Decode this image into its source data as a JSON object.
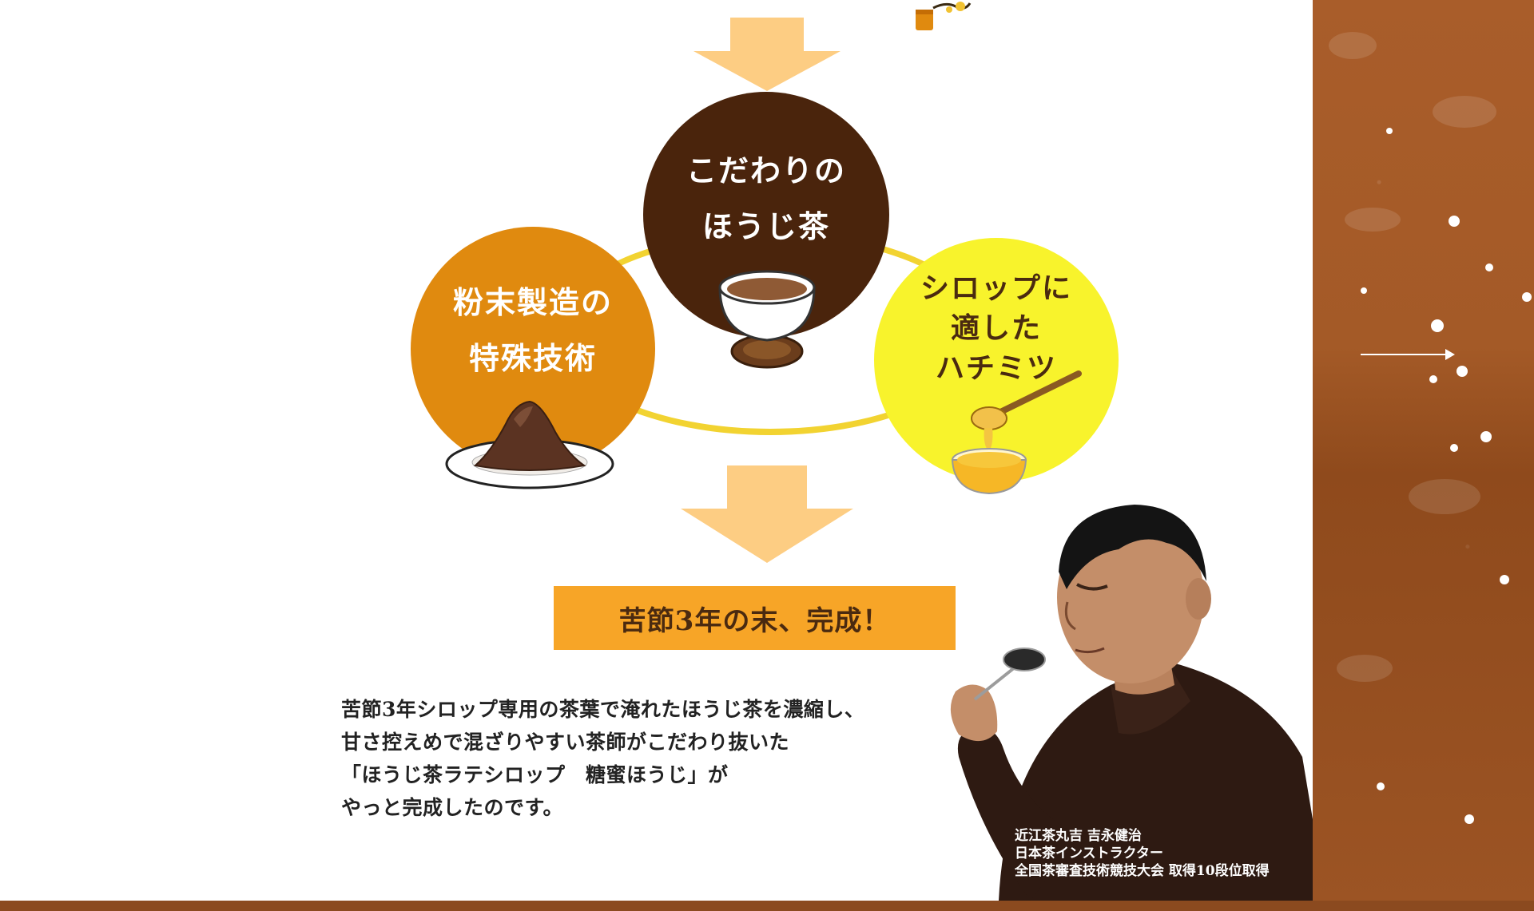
{
  "circles": {
    "top": {
      "line1": "こだわりの",
      "line2": "ほうじ茶"
    },
    "left": {
      "line1": "粉末製造の",
      "line2": "特殊技術"
    },
    "right": {
      "line1": "シロップに",
      "line2": "適した",
      "line3": "ハチミツ"
    }
  },
  "banner": {
    "text": "苦節3年の末、完成！"
  },
  "body": {
    "lines": [
      "苦節3年シロップ専用の茶葉で淹れたほうじ茶を濃縮し、",
      "甘さ控えめで混ざりやすい茶師がこだわり抜いた",
      "「ほうじ茶ラテシロップ　糖蜜ほうじ」が",
      "やっと完成したのです。"
    ]
  },
  "caption": {
    "line1": "近江茶丸吉 吉永健治",
    "line2": "日本茶インストラクター",
    "line3": "全国茶審査技術競技大会 取得10段位取得"
  },
  "colors": {
    "arrow": "#fdcd83",
    "ring": "#f2d331",
    "circle_top": "#4a240c",
    "circle_left": "#e08a0f",
    "circle_right": "#f8f32c",
    "banner": "#f7a527",
    "sidebar": "#a45a27"
  }
}
